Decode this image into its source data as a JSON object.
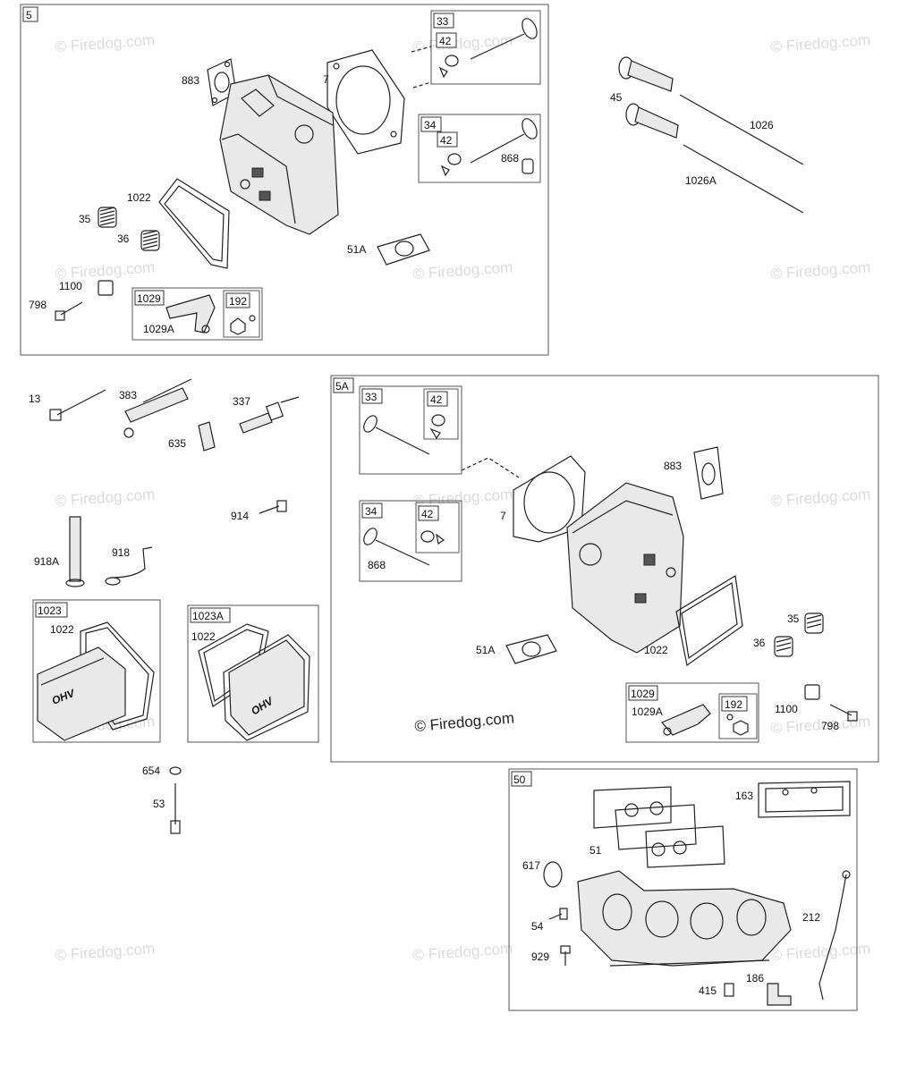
{
  "watermark": "© Firedog.com",
  "copyright": "© Firedog.com",
  "sections": {
    "s5": "5",
    "s5a": "5A",
    "s50": "50",
    "k1023": "1023",
    "k1023a": "1023A"
  },
  "labels": {
    "t5_883": "883",
    "t5_7": "7",
    "t5_33": "33",
    "t5_42a": "42",
    "t5_34": "34",
    "t5_42b": "42",
    "t5_868": "868",
    "t5_1022": "1022",
    "t5_35": "35",
    "t5_36": "36",
    "t5_51a": "51A",
    "t5_1100": "1100",
    "t5_798": "798",
    "t5_1029": "1029",
    "t5_192": "192",
    "t5_1029a": "1029A",
    "t_45": "45",
    "t_1026": "1026",
    "t_1026a": "1026A",
    "t_13": "13",
    "t_383": "383",
    "t_337": "337",
    "t_635": "635",
    "t_914": "914",
    "t_918a": "918A",
    "t_918": "918",
    "t_1023_1022": "1022",
    "t_1023a_1022": "1022",
    "t_654": "654",
    "t_53": "53",
    "a_33": "33",
    "a_42a": "42",
    "a_34": "34",
    "a_42b": "42",
    "a_868": "868",
    "a_883": "883",
    "a_7": "7",
    "a_51a": "51A",
    "a_1022": "1022",
    "a_35": "35",
    "a_36": "36",
    "a_1029": "1029",
    "a_1029a": "1029A",
    "a_192": "192",
    "a_1100": "1100",
    "a_798": "798",
    "b_163": "163",
    "b_51": "51",
    "b_617": "617",
    "b_212": "212",
    "b_54": "54",
    "b_929": "929",
    "b_186": "186",
    "b_415": "415"
  },
  "icons": [
    "cylinder-head",
    "head-gasket",
    "valve",
    "valve-keeper",
    "spring",
    "rocker-arm",
    "screw",
    "nut",
    "spark-plug",
    "valve-cover",
    "intake-manifold",
    "dipstick-tube"
  ]
}
